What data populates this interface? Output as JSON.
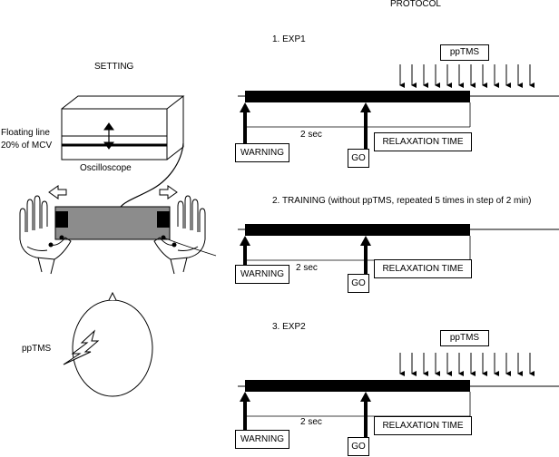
{
  "left": {
    "title": "SETTING",
    "floating_line_1": "Floating line",
    "floating_line_2": "20% of MCV",
    "oscilloscope": "Oscilloscope",
    "ppTMS": "ppTMS"
  },
  "protocol": {
    "title": "PROTOCOL",
    "exp1": {
      "heading": "1. EXP1",
      "pptms": "ppTMS",
      "interval": "2 sec",
      "warning": "WARNING",
      "go": "GO",
      "relaxation": "RELAXATION TIME"
    },
    "training": {
      "heading": "2. TRAINING (without ppTMS, repeated 5 times in step of 2 min)",
      "interval": "2 sec",
      "warning": "WARNING",
      "go": "GO",
      "relaxation": "RELAXATION TIME"
    },
    "exp2": {
      "heading": "3. EXP2",
      "pptms": "ppTMS",
      "interval": "2 sec",
      "warning": "WARNING",
      "go": "GO",
      "relaxation": "RELAXATION TIME"
    }
  },
  "colors": {
    "ink": "#000000",
    "sensor": "#8c8c8c"
  }
}
